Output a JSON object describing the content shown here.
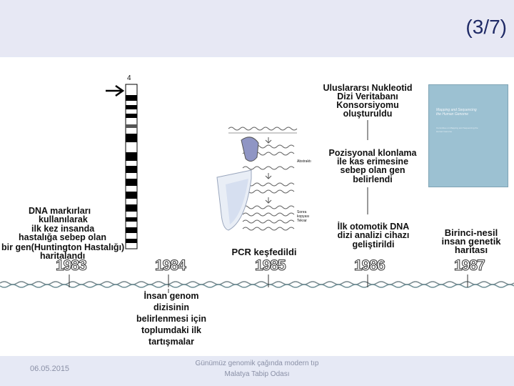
{
  "header": {
    "page_indicator": "(3/7)"
  },
  "timeline": {
    "years": [
      "1983",
      "1984",
      "1985",
      "1986",
      "1987"
    ],
    "events": {
      "e1983_line1": "DNA markırları",
      "e1983_line2": "kullanılarak",
      "e1983_line3": "ilk kez insanda",
      "e1983_line4": "hastalığa sebep olan",
      "e1983_line5": "bir gen(Huntington Hastalığı)",
      "e1983_line6": "haritalandı",
      "e1984_line1": "İnsan genom",
      "e1984_line2": "dizisinin",
      "e1984_line3": "belirlenmesi için",
      "e1984_line4": "toplumdaki ilk",
      "e1984_line5": "tartışmalar",
      "e1985": "PCR keşfedildi",
      "e1986a_line1": "Uluslararsı Nukleotid",
      "e1986a_line2": "Dizi Veritabanı",
      "e1986a_line3": "Konsorsiyomu",
      "e1986a_line4": "oluşturuldu",
      "e1986b_line1": "Pozisyonal klonlama",
      "e1986b_line2": "ile kas erimesine",
      "e1986b_line3": "sebep olan gen",
      "e1986b_line4": "belirlendi",
      "e1986c_line1": "İlk otomotik DNA",
      "e1986c_line2": "dizi analizi cihazı",
      "e1986c_line3": "geliştirildi",
      "e1987_line1": "Birinci-nesil",
      "e1987_line2": "insan genetik",
      "e1987_line3": "haritası"
    },
    "chromosome_label": "4",
    "pcr_labels": {
      "label1": "Abstraktı",
      "label2": "Sonra",
      "label3": "kopyası",
      "label4": "Tekrar"
    },
    "book": {
      "title_line1": "Mapping and Sequencing",
      "title_line2": "the Human Genome",
      "subtitle": "Committee on Mapping and Sequencing the Human Genome"
    }
  },
  "footer": {
    "date": "06.05.2015",
    "line1": "Günümüz genomik çağında modern tıp",
    "line2": "Malatya Tabip Odası"
  }
}
